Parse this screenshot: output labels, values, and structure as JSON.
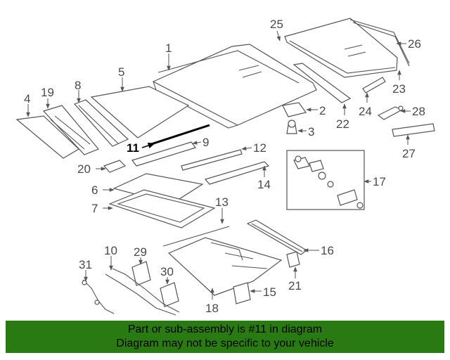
{
  "diagram": {
    "highlight_label": "11",
    "callouts": [
      "1",
      "2",
      "3",
      "4",
      "5",
      "6",
      "7",
      "8",
      "9",
      "10",
      "12",
      "13",
      "14",
      "15",
      "16",
      "17",
      "18",
      "19",
      "20",
      "21",
      "22",
      "23",
      "24",
      "25",
      "26",
      "27",
      "28",
      "29",
      "30",
      "31"
    ]
  },
  "banner": {
    "line1": "Part or sub-assembly is #11 in diagram",
    "line2": "Diagram may not be specific to your vehicle",
    "color": "#2a7a14"
  }
}
